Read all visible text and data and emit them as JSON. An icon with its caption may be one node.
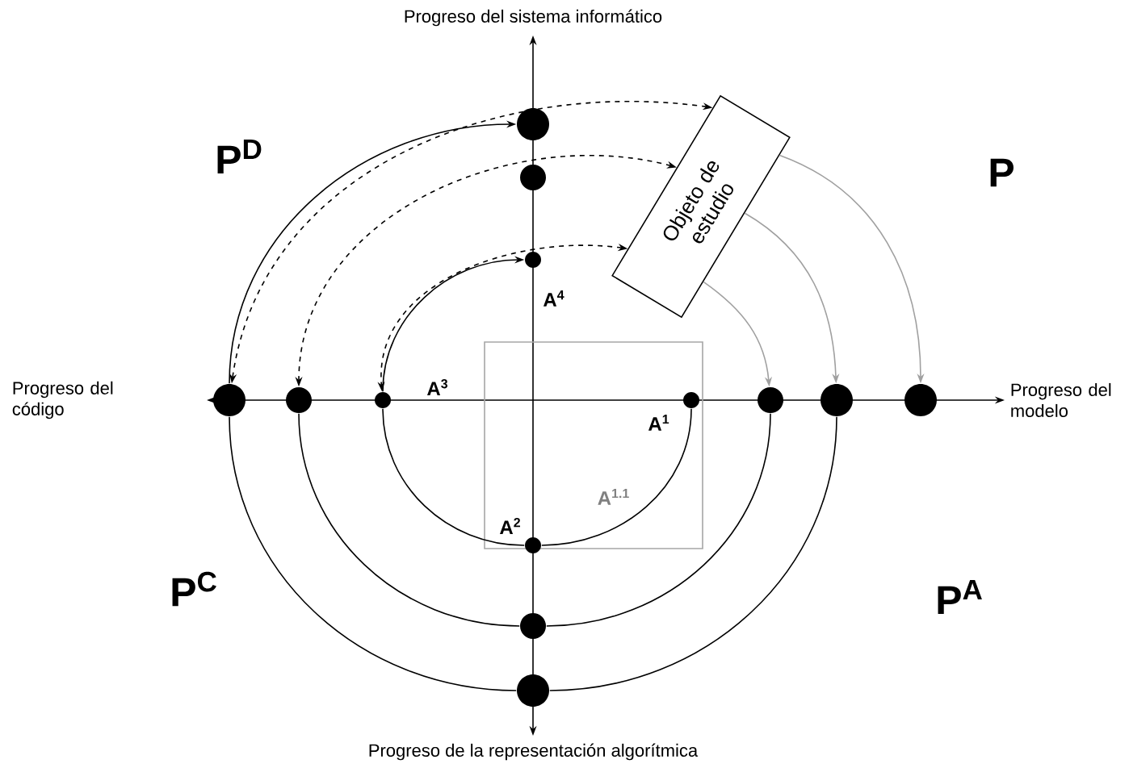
{
  "diagram": {
    "nodes": [
      {
        "text": [
          "Objeto de estudio"
        ]
      },
      {
        "text": [],
        "shape": "circle"
      },
      {
        "text": [],
        "shape": "circle"
      },
      {
        "text": [],
        "shape": "circle",
        "beside": [
          "A$^{4}$"
        ]
      },
      {
        "text": [],
        "shape": "circle"
      },
      {
        "text": [],
        "shape": "circle"
      },
      {
        "text": [],
        "shape": "circle",
        "beside": [
          "A$^{3}$"
        ]
      },
      {
        "text": [],
        "shape": "circle",
        "beside": [
          "A$^{1}$"
        ]
      },
      {
        "text": [],
        "shape": "circle"
      },
      {
        "text": [],
        "shape": "circle"
      },
      {
        "text": [],
        "shape": "circle"
      },
      {
        "text": [],
        "shape": "circle",
        "beside": [
          "A$^{2}$"
        ]
      },
      {
        "text": [],
        "shape": "circle"
      },
      {
        "text": [],
        "shape": "circle"
      }
    ],
    "edges": [
      {
        "from": 7,
        "to": 11,
        "arrow": "none"
      },
      {
        "from": 11,
        "to": 6,
        "arrow": "none"
      },
      {
        "from": 6,
        "to": 3,
        "arrow": "to"
      },
      {
        "from": 8,
        "to": 12,
        "arrow": "none"
      },
      {
        "from": 12,
        "to": 5,
        "arrow": "none"
      },
      {
        "from": 9,
        "to": 13,
        "arrow": "none"
      },
      {
        "from": 13,
        "to": 4,
        "arrow": "none"
      },
      {
        "from": 4,
        "to": 1,
        "arrow": "to"
      },
      {
        "from": 0,
        "to": 4,
        "arrow": "both",
        "style": "dashed"
      },
      {
        "from": 0,
        "to": 5,
        "arrow": "both",
        "style": "dashed"
      },
      {
        "from": 0,
        "to": 6,
        "arrow": "both",
        "style": "dashed"
      },
      {
        "from": 0,
        "to": 8,
        "arrow": "to",
        "color": "#a0a0a0"
      },
      {
        "from": 0,
        "to": 9,
        "arrow": "to",
        "color": "#a0a0a0"
      },
      {
        "from": 0,
        "to": 10,
        "arrow": "to",
        "color": "#a0a0a0"
      }
    ],
    "labels": [
      "Progreso del sistema informático",
      "P$^{D}$",
      "P",
      "Progreso del código",
      "Progreso del modelo",
      "A$^{1.1}$",
      "P$^{C}$",
      "P$^{A}$",
      "Progreso de la representación algorítmica"
    ]
  }
}
